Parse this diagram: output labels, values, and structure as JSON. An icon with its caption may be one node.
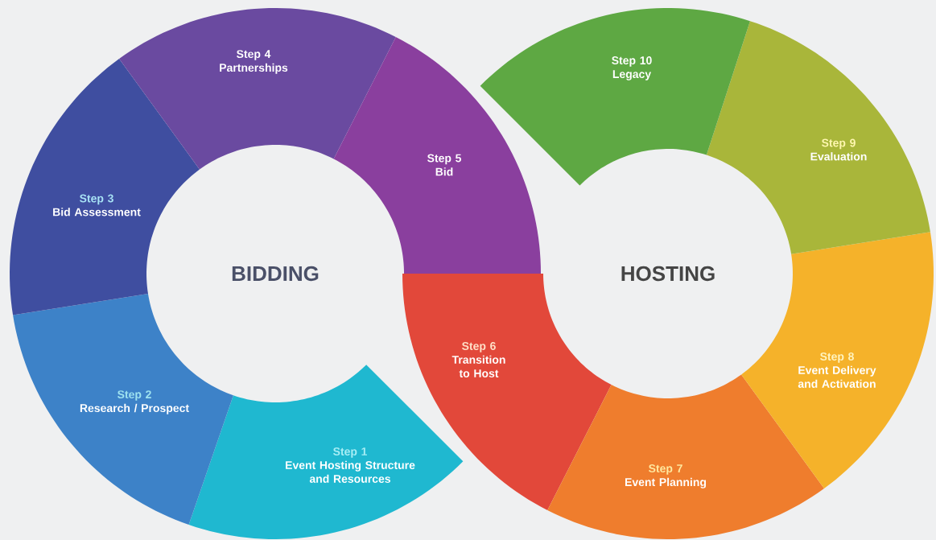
{
  "diagram": {
    "nodes": [
      {
        "text": [
          "BIDDING"
        ]
      },
      {
        "text": [
          "Step 1",
          "Event Hosting Structure and Resources"
        ]
      },
      {
        "text": [
          "Step 2",
          "Research / Prospect"
        ]
      },
      {
        "text": [
          "Step 3",
          "Bid Assessment"
        ]
      },
      {
        "text": [
          "Step 4",
          "Partnerships"
        ]
      },
      {
        "text": [
          "Step 5",
          "Bid"
        ]
      },
      {
        "text": [
          "HOSTING"
        ]
      },
      {
        "text": [
          "Step 6",
          "Transition to Host"
        ]
      },
      {
        "text": [
          "Step 7",
          "Event Planning"
        ]
      },
      {
        "text": [
          "Step 8",
          "Event Delivery and Activation"
        ]
      },
      {
        "text": [
          "Step 9",
          "Evaluation"
        ]
      },
      {
        "text": [
          "Step 10",
          "Legacy"
        ]
      }
    ]
  }
}
